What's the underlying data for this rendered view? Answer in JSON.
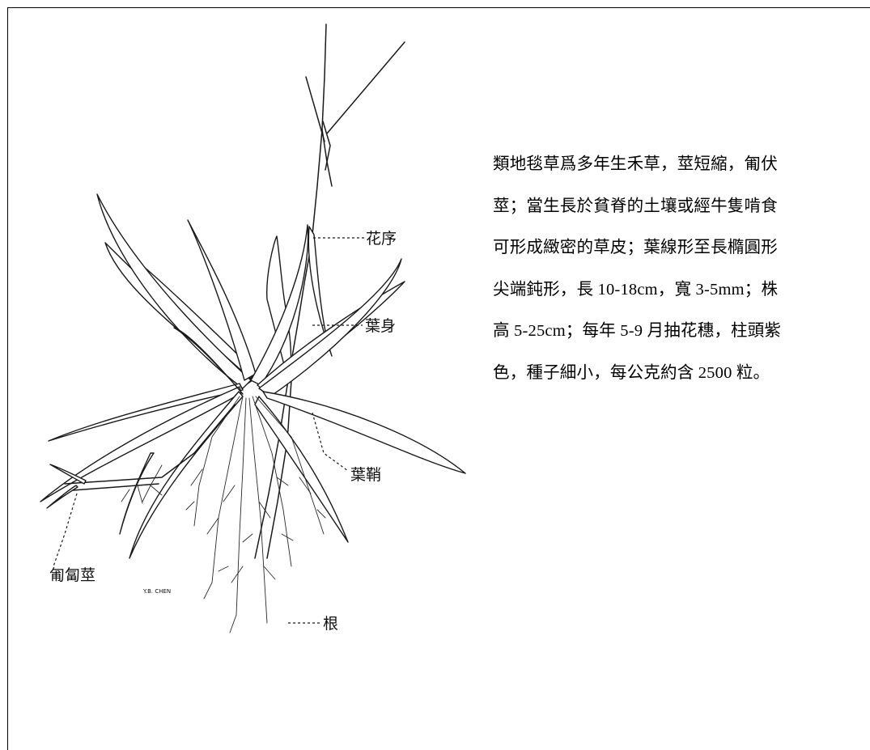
{
  "labels": {
    "inflorescence": "花序",
    "leaf_blade": "葉身",
    "leaf_sheath": "葉鞘",
    "stolon": "匍匐莖",
    "root": "根"
  },
  "signature": "Y.B. CHEN",
  "description_lines": [
    "類地毯草爲多年生禾草，莖短縮，匍伏",
    "莖；當生長於貧脊的土壤或經牛隻啃食",
    "可形成緻密的草皮；葉線形至長橢圓形",
    "尖端鈍形，長 10-18cm，寬 3-5mm；株",
    "高 5-25cm；每年 5-9 月抽花穗，柱頭紫",
    "色，種子細小，每公克約含 2500 粒。"
  ]
}
